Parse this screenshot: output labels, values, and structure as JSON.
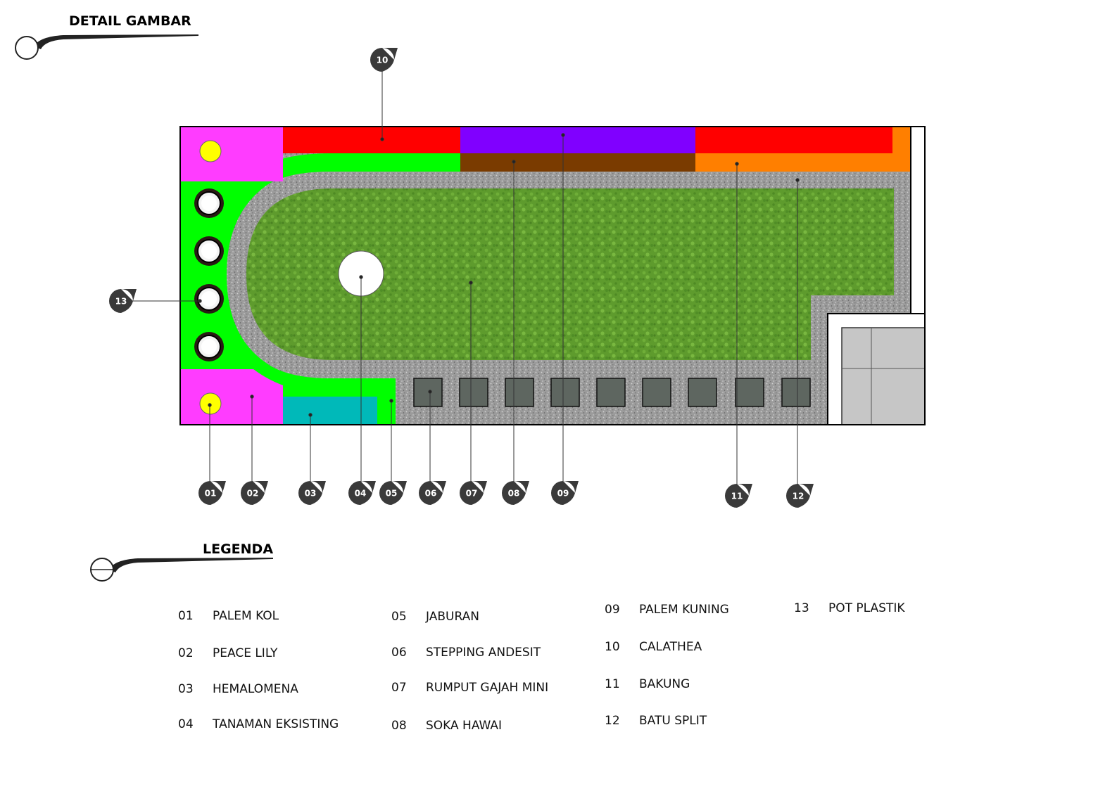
{
  "section_titles": {
    "detail": "DETAIL GAMBAR",
    "legend": "LEGENDA"
  },
  "colors": {
    "palem_kol": "#ffff00",
    "peace_lily": "#ff3cff",
    "hemalomena": "#00b9b9",
    "jaburan": "#00ff00",
    "calathea": "#ff0000",
    "palem_kuning": "#8000ff",
    "soka_hawai": "#7a3b00",
    "bakung": "#ff7f00",
    "batu_split": "#9a9a9a",
    "rumput": "#5c9a2c",
    "stepping": "#5e6660",
    "marker": "#3a3a3a"
  },
  "markers": {
    "m01": "01",
    "m02": "02",
    "m03": "03",
    "m04": "04",
    "m05": "05",
    "m06": "06",
    "m07": "07",
    "m08": "08",
    "m09": "09",
    "m10": "10",
    "m11": "11",
    "m12": "12",
    "m13": "13"
  },
  "legend": {
    "items": [
      {
        "num": "01",
        "name": "PALEM KOL"
      },
      {
        "num": "02",
        "name": "PEACE LILY"
      },
      {
        "num": "03",
        "name": "HEMALOMENA"
      },
      {
        "num": "04",
        "name": "TANAMAN EKSISTING"
      },
      {
        "num": "05",
        "name": "JABURAN"
      },
      {
        "num": "06",
        "name": "STEPPING ANDESIT"
      },
      {
        "num": "07",
        "name": "RUMPUT GAJAH MINI"
      },
      {
        "num": "08",
        "name": "SOKA HAWAI"
      },
      {
        "num": "09",
        "name": "PALEM KUNING"
      },
      {
        "num": "10",
        "name": "CALATHEA"
      },
      {
        "num": "11",
        "name": "BAKUNG"
      },
      {
        "num": "12",
        "name": "BATU SPLIT"
      },
      {
        "num": "13",
        "name": "POT PLASTIK"
      }
    ]
  }
}
